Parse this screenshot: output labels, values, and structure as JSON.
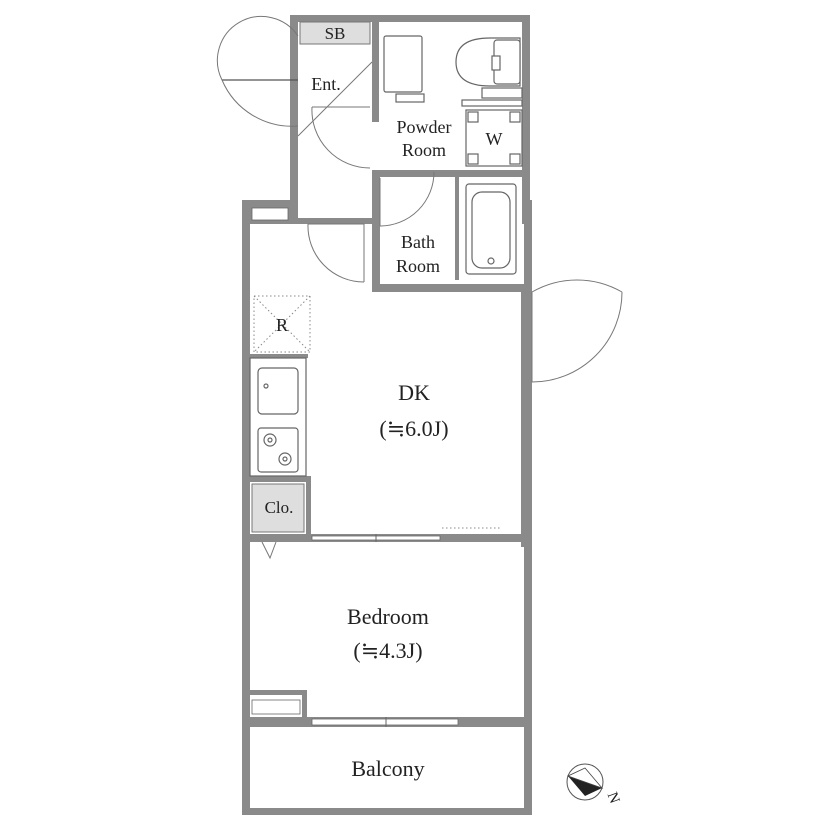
{
  "labels": {
    "shoe_box": "SB",
    "entrance": "Ent.",
    "powder_room_1": "Powder",
    "powder_room_2": "Room",
    "washer": "W",
    "bath_room_1": "Bath",
    "bath_room_2": "Room",
    "refrigerator": "R",
    "dk_name": "DK",
    "dk_size": "(≒6.0J)",
    "closet": "Clo.",
    "bedroom_name": "Bedroom",
    "bedroom_size": "(≒4.3J)",
    "balcony": "Balcony",
    "north": "N"
  },
  "colors": {
    "wall": "#8a8a8a",
    "floor": "#ffffff",
    "label_box": "#dedede",
    "ink": "#222222"
  }
}
